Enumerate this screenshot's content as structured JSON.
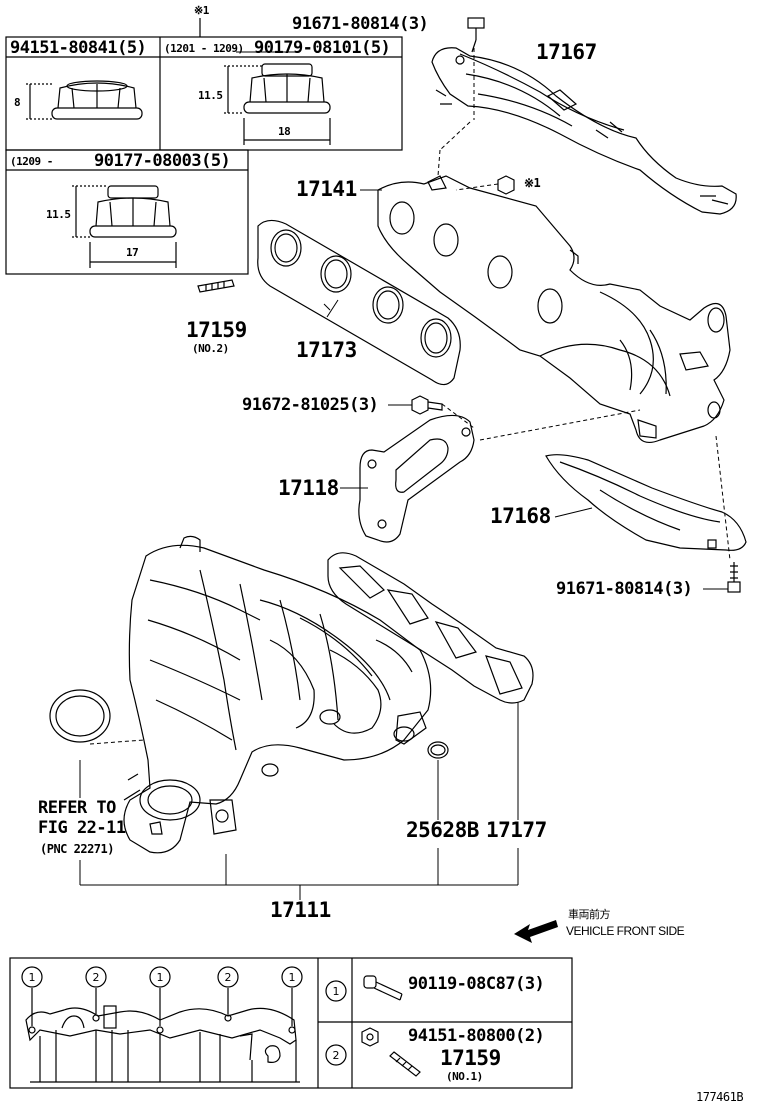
{
  "callout_top_marker": "※1",
  "box_nut_a": {
    "part": "94151-80841(5)",
    "dim_h": "8"
  },
  "box_nut_b": {
    "date_range": "(1201 - 1209)",
    "part": "90179-08101(5)",
    "dim_h": "11.5",
    "dim_w": "18"
  },
  "box_nut_c": {
    "date_range": "(1209 -",
    "part": "90177-08003(5)",
    "dim_h": "11.5",
    "dim_w": "17"
  },
  "parts": {
    "bolt_top": "91671-80814(3)",
    "heat_insulator_upper": "17167",
    "exhaust_manifold": "17141",
    "nut_marker": "※1",
    "stud_no2": "17159",
    "stud_no2_sub": "(NO.2)",
    "gasket_exhaust": "17173",
    "bolt_mid": "91672-81025(3)",
    "bracket": "17118",
    "heat_insulator_lower": "17168",
    "bolt_lower": "91671-80814(3)",
    "refer_line1": "REFER TO",
    "refer_line2": "FIG 22-11",
    "refer_line3": "(PNC 22271)",
    "gasket_small": "25628B",
    "gasket_intake": "17177",
    "intake_manifold": "17111"
  },
  "direction": {
    "japanese": "車両前方",
    "english": "VEHICLE FRONT SIDE"
  },
  "legend": {
    "marker1": "1",
    "marker2": "2",
    "item1_part": "90119-08C87(3)",
    "item2_part": "94151-80800(2)",
    "item2b_part": "17159",
    "item2b_sub": "(NO.1)"
  },
  "figure_id": "177461B"
}
